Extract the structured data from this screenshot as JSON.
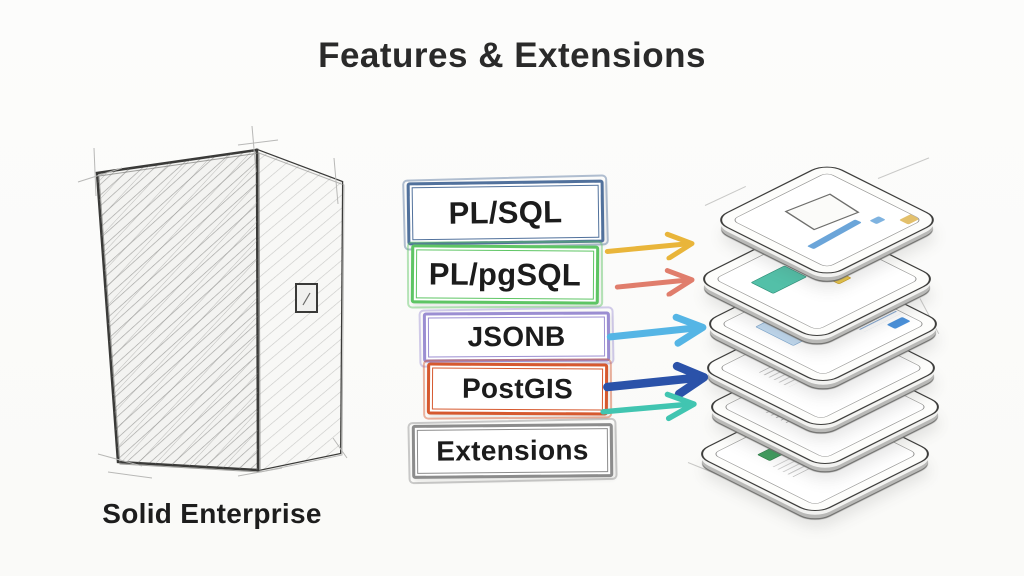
{
  "title": "Features & Extensions",
  "monolith": {
    "label": "Solid Enterprise"
  },
  "features": [
    {
      "label": "PL/SQL",
      "box_color": "#51719c",
      "arrow_color": "#e9b53a"
    },
    {
      "label": "PL/pgSQL",
      "box_color": "#5ec564",
      "arrow_color": "#e07d6c"
    },
    {
      "label": "JSONB",
      "box_color": "#9b8ed2",
      "arrow_color": "#55b5e5"
    },
    {
      "label": "PostGIS",
      "box_color": "#d6592f",
      "arrow_color": "#2b52a9"
    },
    {
      "label": "Extensions",
      "box_color": "#8c8c8c",
      "arrow_color": "#41c5b1"
    }
  ],
  "stack": {
    "layer_count": 6
  }
}
